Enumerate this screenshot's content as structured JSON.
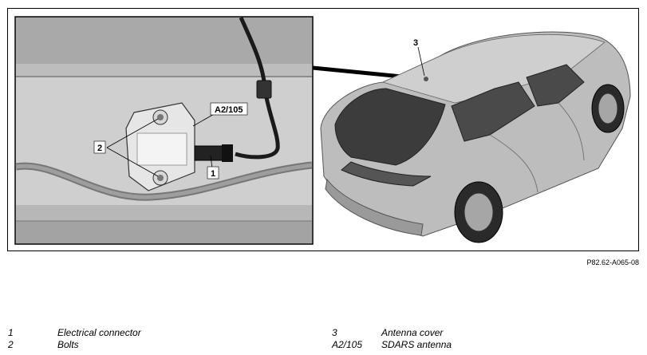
{
  "figure": {
    "callouts": {
      "c1": "1",
      "c2": "2",
      "c3": "3",
      "c_a2105": "A2/105"
    },
    "code": "P82.62-A065-08"
  },
  "legend": {
    "left": [
      {
        "key": "1",
        "text": "Electrical connector"
      },
      {
        "key": "2",
        "text": "Bolts"
      }
    ],
    "right": [
      {
        "key": "3",
        "text": "Antenna cover"
      },
      {
        "key": "A2/105",
        "text": "SDARS antenna"
      }
    ]
  }
}
